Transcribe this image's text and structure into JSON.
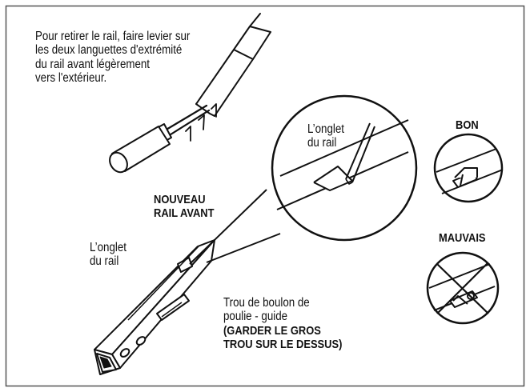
{
  "instruction": "Pour retirer le rail, faire levier sur\nles deux languettes d'extrémité\ndu rail avant légèrement\nvers l'extérieur.",
  "heading_new_rail": "NOUVEAU\nRAIL AVANT",
  "label_tab_zoom": "L’onglet\ndu rail",
  "label_tab_rail": "L’onglet\ndu rail",
  "label_good": "BON",
  "label_bad": "MAUVAIS",
  "label_bolt_hole": "Trou de boulon de\npoulie - guide",
  "label_bolt_hole_note": "(GARDER LE GROS\nTROU SUR LE DESSUS)",
  "colors": {
    "ink": "#111111",
    "border": "#555555",
    "background": "#ffffff"
  }
}
